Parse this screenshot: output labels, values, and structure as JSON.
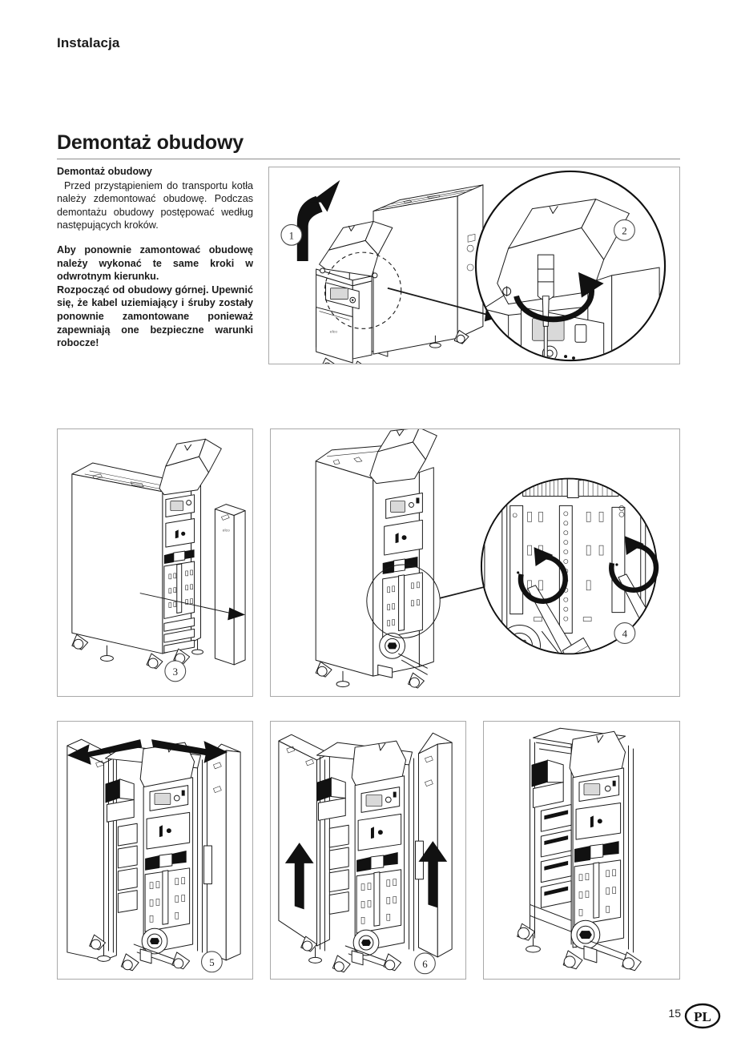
{
  "document": {
    "running_head": "Instalacja",
    "section_title": "Demontaż obudowy",
    "language_badge": "PL",
    "page_number": "15"
  },
  "body": {
    "subheading": "Demontaż obudowy",
    "paragraph_1": "Przed przystąpieniem do transportu kotła należy zdemontować obudowę. Podczas demontażu obudowy postępować według następujących kroków.",
    "paragraph_2": "Aby ponownie zamontować obudowę należy wykonać te same kroki w odwrotnym kierunku.",
    "paragraph_3": "Rozpocząć od obudowy górnej. Upewnić się, że kabel uziemiający i śruby zostały ponownie zamontowane ponieważ zapewniają one bezpieczne warunki robocze!"
  },
  "figures": [
    {
      "id": "fig-top-left",
      "step": "1",
      "caption_brand": "elco",
      "description": "Boiler cabinet with top cover lifted, upward arrow and dashed detail callout circle"
    },
    {
      "id": "fig-top-right",
      "step": "2",
      "caption_brand": "elco",
      "description": "Detail circle: screwdriver turning fastener on control panel, rotation arrow"
    },
    {
      "id": "fig-3",
      "step": "3",
      "description": "Front panel pulled away from boiler, straight removal arrow"
    },
    {
      "id": "fig-4",
      "step": "4",
      "description": "Boiler with detail circle showing two screwdrivers loosening side screws, rotation arrows"
    },
    {
      "id": "fig-5",
      "step": "5",
      "description": "Both side panels swung outward, two opposing horizontal arrows"
    },
    {
      "id": "fig-6",
      "step": "6",
      "description": "Side panels lifted upward, two vertical arrows"
    },
    {
      "id": "fig-7",
      "step": "",
      "description": "Boiler with all housing panels removed, internal frame exposed"
    }
  ],
  "colors": {
    "text": "#1a1a1a",
    "rule": "#8c8c8c",
    "frame_border": "#a9a9a9",
    "arrow_fill": "#111111",
    "page_background": "#ffffff"
  }
}
